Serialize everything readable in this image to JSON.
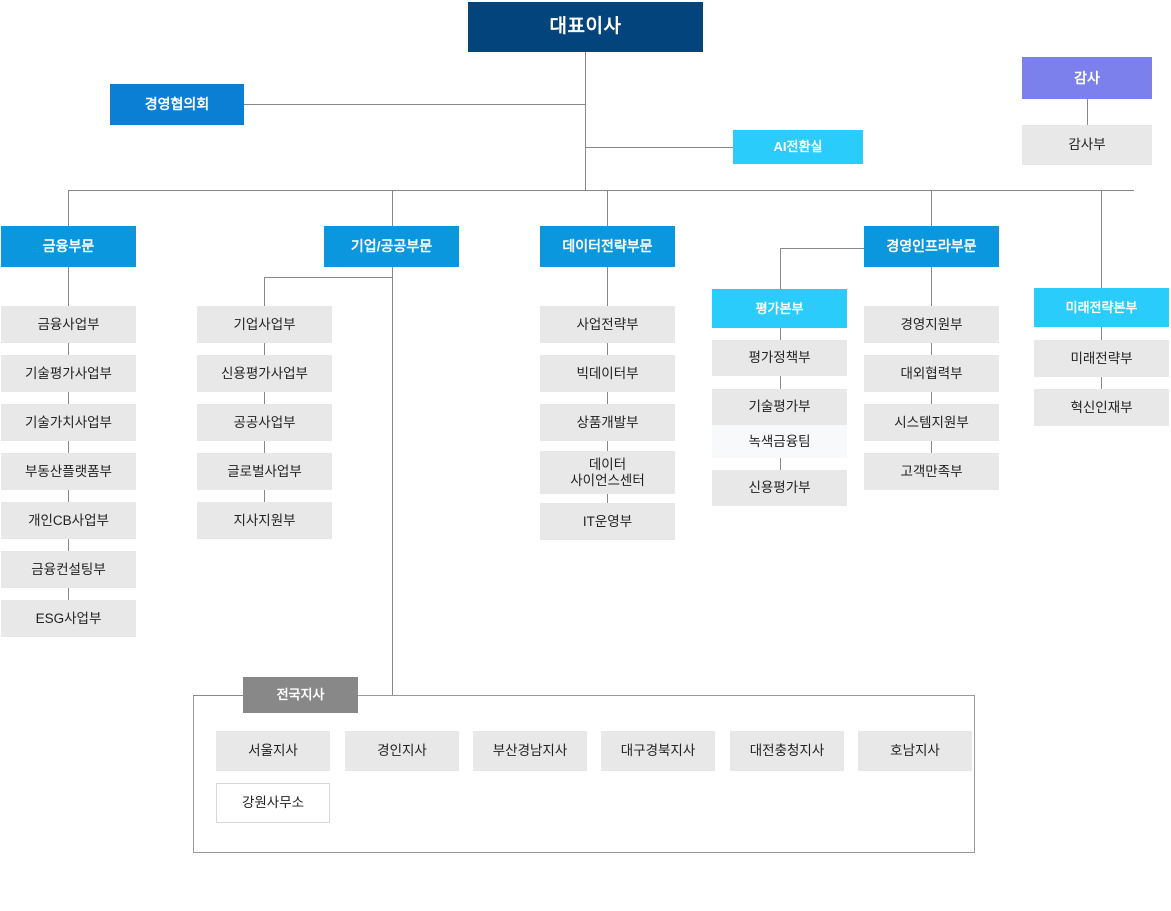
{
  "colors": {
    "ceo": "#04447c",
    "division": "#0b97de",
    "council": "#0b7fd4",
    "audit": "#7b80ec",
    "cyan_unit": "#29ccfb",
    "gray_head": "#888888",
    "leaf": "#e8e8e8",
    "leaf_light": "#f7f9fa",
    "line": "#888888"
  },
  "root": {
    "label": "대표이사"
  },
  "council": {
    "label": "경영협의회"
  },
  "ai_office": {
    "label": "AI전환실"
  },
  "audit": {
    "head": "감사",
    "items": [
      {
        "label": "감사부"
      }
    ]
  },
  "divisions": [
    {
      "label": "금융부문",
      "items": [
        {
          "label": "금융사업부"
        },
        {
          "label": "기술평가사업부"
        },
        {
          "label": "기술가치사업부"
        },
        {
          "label": "부동산플랫폼부"
        },
        {
          "label": "개인CB사업부"
        },
        {
          "label": "금융컨설팅부"
        },
        {
          "label": "ESG사업부"
        }
      ]
    },
    {
      "label": "기업/공공부문",
      "items": [
        {
          "label": "기업사업부"
        },
        {
          "label": "신용평가사업부"
        },
        {
          "label": "공공사업부"
        },
        {
          "label": "글로벌사업부"
        },
        {
          "label": "지사지원부"
        }
      ]
    },
    {
      "label": "데이터전략부문",
      "items": [
        {
          "label": "사업전략부"
        },
        {
          "label": "빅데이터부"
        },
        {
          "label": "상품개발부"
        },
        {
          "label": "데이터\n사이언스센터"
        },
        {
          "label": "IT운영부"
        }
      ]
    },
    {
      "label": "경영인프라부문",
      "items": [
        {
          "label": "경영지원부"
        },
        {
          "label": "대외협력부"
        },
        {
          "label": "시스템지원부"
        },
        {
          "label": "고객만족부"
        }
      ]
    }
  ],
  "evaluation_hq": {
    "label": "평가본부",
    "items": [
      {
        "label": "평가정책부"
      },
      {
        "label": "기술평가부"
      },
      {
        "label": "녹색금융팀"
      },
      {
        "label": "신용평가부"
      }
    ]
  },
  "future_hq": {
    "label": "미래전략본부",
    "items": [
      {
        "label": "미래전략부"
      },
      {
        "label": "혁신인재부"
      }
    ]
  },
  "branches": {
    "head": "전국지사",
    "items": [
      {
        "label": "서울지사"
      },
      {
        "label": "경인지사"
      },
      {
        "label": "부산경남지사"
      },
      {
        "label": "대구경북지사"
      },
      {
        "label": "대전충청지사"
      },
      {
        "label": "호남지사"
      },
      {
        "label": "강원사무소"
      }
    ]
  }
}
